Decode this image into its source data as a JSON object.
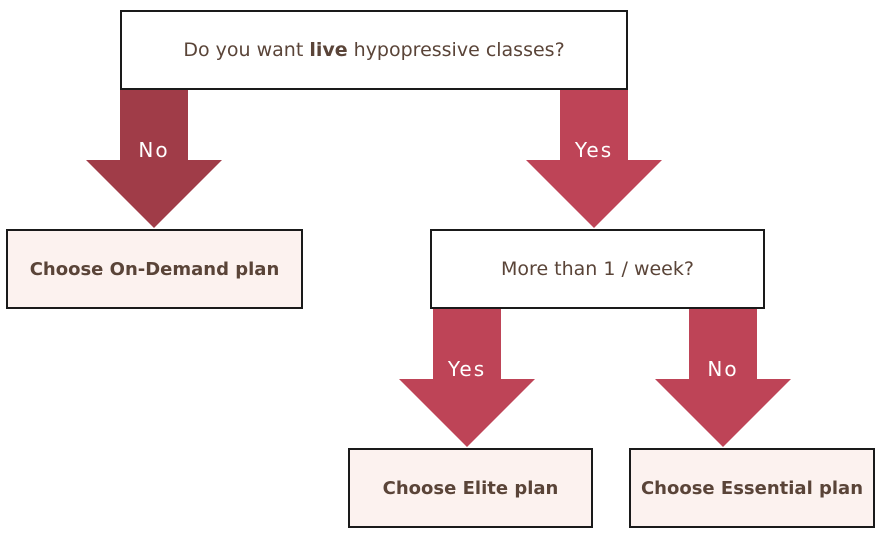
{
  "question1": {
    "prefix": "Do you want ",
    "emphasis": "live",
    "suffix": " hypopressive classes?"
  },
  "question2": {
    "text": "More than 1 / week?"
  },
  "results": {
    "on_demand": "Choose On-Demand plan",
    "elite": "Choose Elite plan",
    "essential": "Choose Essential plan"
  },
  "arrows": {
    "q1_no": "No",
    "q1_yes": "Yes",
    "q2_yes": "Yes",
    "q2_no": "No"
  },
  "colors": {
    "arrow_dark": "#a03c48",
    "arrow_main": "#be4457",
    "result_fill": "#fcf2ef",
    "text": "#5a4438",
    "border": "#1a1a1a"
  }
}
